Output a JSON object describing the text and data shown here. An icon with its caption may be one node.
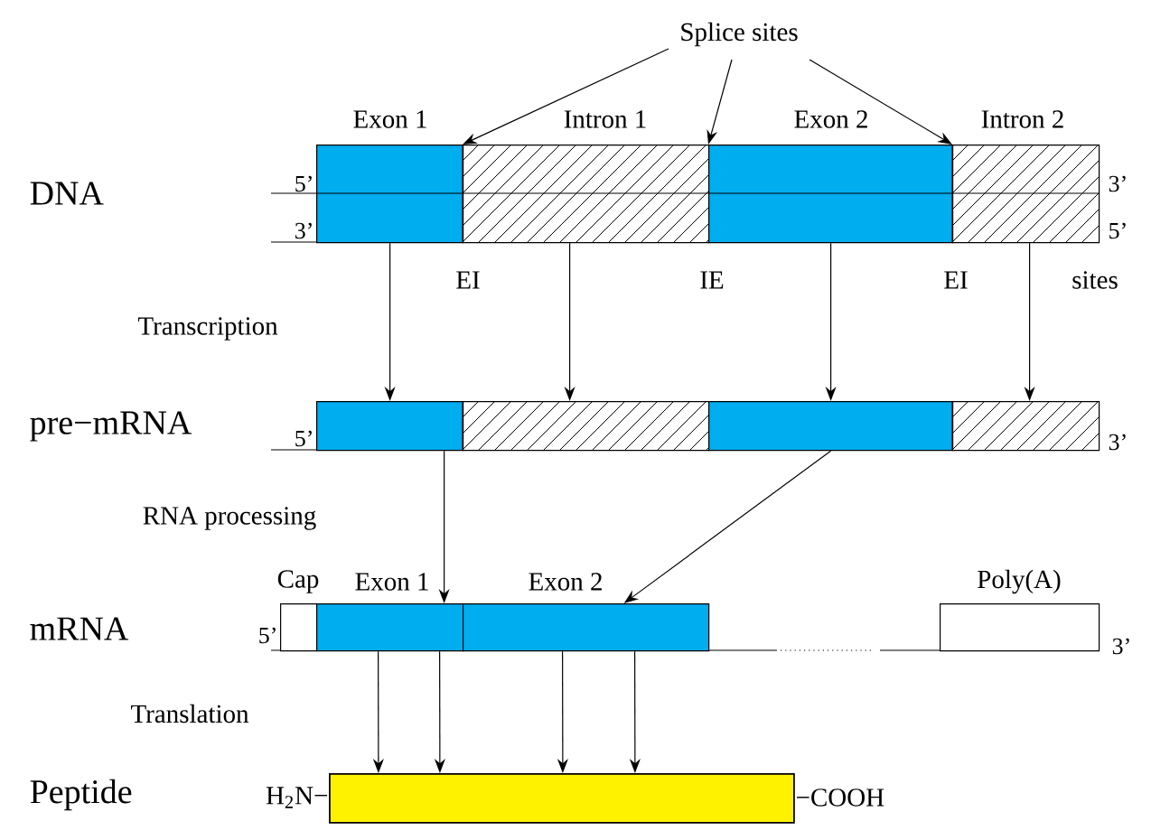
{
  "diagram": {
    "nodes": [
      {
        "text": [
          "Exon 1"
        ]
      },
      {
        "text": [
          "Intron 1"
        ]
      },
      {
        "text": [
          "Exon 2"
        ]
      },
      {
        "text": [
          "Intron 2"
        ]
      },
      {
        "text": [],
        "shape": "box"
      },
      {
        "text": [],
        "shape": "box"
      },
      {
        "text": [],
        "shape": "box"
      },
      {
        "text": [],
        "shape": "box"
      },
      {
        "text": [
          "Cap"
        ]
      },
      {
        "text": [
          "Exon 1"
        ]
      },
      {
        "text": [
          "Exon 2"
        ]
      },
      {
        "text": [
          "Poly(A)"
        ]
      },
      {
        "text": [],
        "shape": "bar",
        "beside": [
          "H$_{2}$N−",
          "−COOH"
        ]
      },
      {
        "text": [
          "Splice sites"
        ]
      }
    ],
    "edges": [
      {
        "from": 13,
        "to": 1,
        "arrow": "to"
      },
      {
        "from": 13,
        "to": 2,
        "arrow": "to"
      },
      {
        "from": 13,
        "to": 3,
        "arrow": "to"
      },
      {
        "from": 0,
        "to": 4,
        "arrow": "to"
      },
      {
        "from": 1,
        "to": 5,
        "arrow": "to"
      },
      {
        "from": 2,
        "to": 6,
        "arrow": "to"
      },
      {
        "from": 3,
        "to": 7,
        "arrow": "to"
      },
      {
        "from": 4,
        "to": 9,
        "arrow": "to"
      },
      {
        "from": 6,
        "to": 10,
        "arrow": "to"
      },
      {
        "from": 9,
        "to": 12,
        "arrow": "to"
      },
      {
        "from": 9,
        "to": 12,
        "arrow": "to"
      },
      {
        "from": 10,
        "to": 12,
        "arrow": "to"
      },
      {
        "from": 10,
        "to": 12,
        "arrow": "to"
      }
    ],
    "labels": [
      "DNA",
      "5’",
      "3’",
      "3’",
      "5’",
      "EI",
      "IE",
      "EI",
      "sites",
      "Transcription",
      "pre−mRNA",
      "5’",
      "3’",
      "RNA processing",
      "mRNA",
      "5’",
      "3’",
      "Translation",
      "Peptide"
    ]
  }
}
